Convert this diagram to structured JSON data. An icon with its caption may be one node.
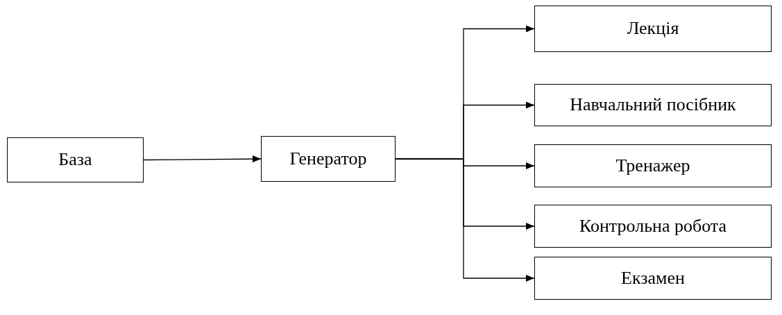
{
  "diagram": {
    "nodes": [
      {
        "text": [
          "База"
        ]
      },
      {
        "text": [
          "Генератор"
        ]
      },
      {
        "text": [
          "Лекція"
        ]
      },
      {
        "text": [
          "Навчальний посібник"
        ]
      },
      {
        "text": [
          "Тренажер"
        ]
      },
      {
        "text": [
          "Контрольна робота"
        ]
      },
      {
        "text": [
          "Екзамен"
        ]
      }
    ],
    "edges": [
      {
        "from": 0,
        "to": 1,
        "arrow": "to"
      },
      {
        "from": 1,
        "to": 2,
        "arrow": "to"
      },
      {
        "from": 1,
        "to": 3,
        "arrow": "to"
      },
      {
        "from": 1,
        "to": 4,
        "arrow": "to"
      },
      {
        "from": 1,
        "to": 5,
        "arrow": "to"
      },
      {
        "from": 1,
        "to": 6,
        "arrow": "to"
      }
    ]
  }
}
